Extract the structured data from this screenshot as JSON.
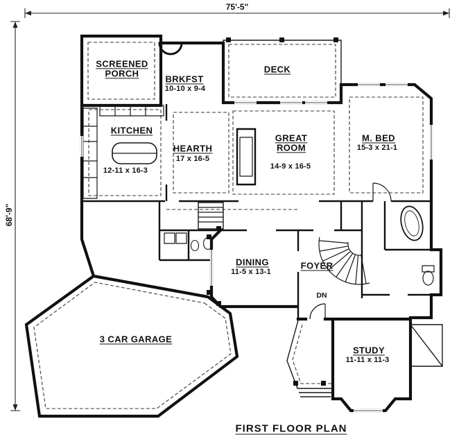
{
  "plan": {
    "title": "FIRST FLOOR PLAN"
  },
  "dimensions": {
    "overall_width": "75'-5\"",
    "overall_height": "68'-9\""
  },
  "rooms": {
    "screened_porch": {
      "name_line1": "SCREENED",
      "name_line2": "PORCH"
    },
    "brkfst": {
      "name": "BRKFST",
      "dims": "10-10 x 9-4"
    },
    "deck": {
      "name": "DECK"
    },
    "kitchen": {
      "name": "KITCHEN",
      "dims": "12-11 x 16-3"
    },
    "hearth": {
      "name": "HEARTH",
      "dims": "17 x 16-5"
    },
    "great_room": {
      "name_line1": "GREAT",
      "name_line2": "ROOM",
      "dims": "14-9 x 16-5"
    },
    "m_bed": {
      "name": "M. BED",
      "dims": "15-3 x 21-1"
    },
    "dining": {
      "name": "DINING",
      "dims": "11-5 x 13-1"
    },
    "foyer": {
      "name": "FOYER"
    },
    "garage": {
      "name": "3 CAR GARAGE"
    },
    "study": {
      "name": "STUDY",
      "dims": "11-11 x 11-3"
    }
  },
  "stairs": {
    "down_label": "DN"
  },
  "colors": {
    "ink": "#111111",
    "paper": "#ffffff"
  }
}
